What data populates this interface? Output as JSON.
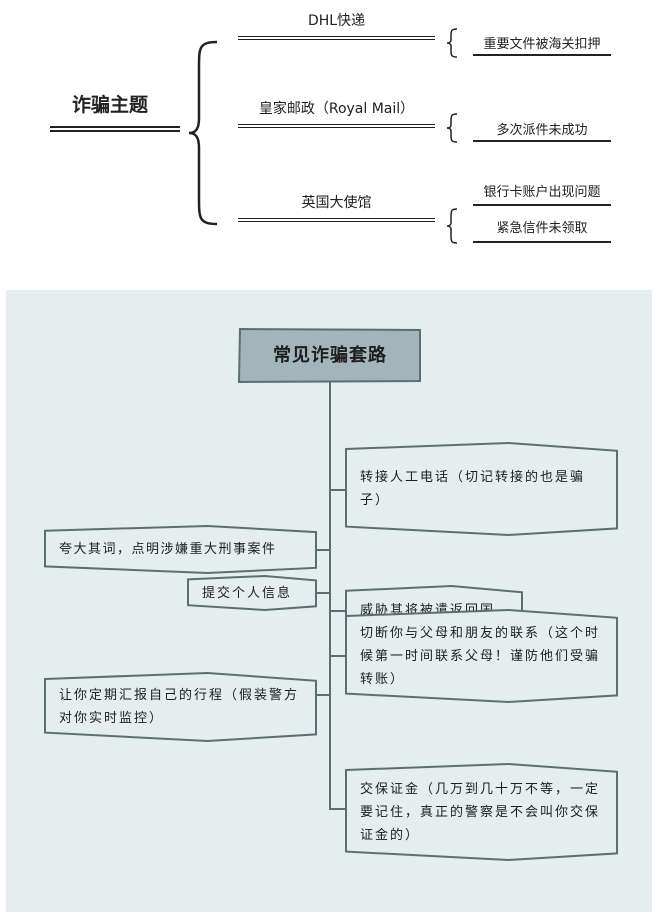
{
  "top_map": {
    "root": "诈骗主题",
    "branches": [
      {
        "label": "DHL快递",
        "leaves": [
          "重要文件被海关扣押"
        ]
      },
      {
        "label": "皇家邮政（Royal Mail）",
        "leaves": [
          "多次派件未成功"
        ]
      },
      {
        "label": "英国大使馆",
        "leaves": [
          "银行卡账户出现问题",
          "紧急信件未领取"
        ]
      }
    ]
  },
  "tree": {
    "title": "常见诈骗套路",
    "colors": {
      "panel": "#e6edee",
      "title_fill": "#a3b5ba",
      "line": "#5b6e72"
    },
    "items": [
      "转接人工电话（切记转接的也是骗子）",
      "夸大其词，点明涉嫌重大刑事案件",
      "威胁其将被遣返回国",
      "提交个人信息",
      "切断你与父母和朋友的联系（这个时候第一时间联系父母！谨防他们受骗转账）",
      "让你定期汇报自己的行程（假装警方对你实时监控）",
      "交保证金（几万到几十万不等，一定要记住，真正的警察是不会叫你交保证金的）"
    ]
  }
}
